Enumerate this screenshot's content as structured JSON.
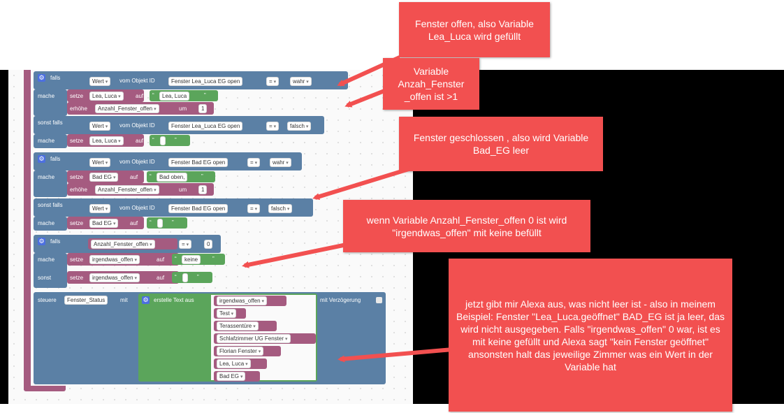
{
  "blocks": {
    "falls": "falls",
    "mache": "mache",
    "sonst_falls": "sonst falls",
    "sonst": "sonst",
    "setze": "setze",
    "auf": "auf",
    "erhoehe": "erhöhe",
    "um": "um",
    "wert": "Wert",
    "vom_objekt": "vom Objekt ID",
    "eq": "=",
    "wahr": "wahr",
    "falsch": "falsch",
    "obj_lea": "Fenster Lea_Luca EG open",
    "obj_bad": "Fenster Bad EG open",
    "var_lea": "Lea, Luca",
    "var_anzahl": "Anzahl_Fenster_offen",
    "var_bad": "Bad EG",
    "var_irgend": "irgendwas_offen",
    "str_lea": "Lea, Luca",
    "str_bad": "Bad oben,",
    "str_keine": "keine",
    "num_1": "1",
    "num_0": "0",
    "quote_open": "“",
    "quote_close": "”",
    "steuere": "steuere",
    "state": "Fenster_Status",
    "mit": "mit",
    "erstelle": "erstelle Text aus",
    "mit_verz": "mit Verzögerung",
    "list": [
      "irgendwas_offen",
      "Test",
      "Terassentüre",
      "Schlafzimmer UG Fenster",
      "Florian Fenster",
      "Lea, Luca",
      "Bad EG"
    ]
  },
  "callouts": {
    "c1": "Fenster offen, also Variable Lea_Luca wird gefüllt",
    "c2": "Variable Anzah_Fenster _offen ist >1",
    "c3": "Fenster geschlossen , also wird Variable Bad_EG leer",
    "c4": "wenn Variable Anzahl_Fenster_offen 0 ist wird \"irgendwas_offen\" mit keine befüllt",
    "c5": "jetzt gibt mir Alexa aus, was nicht leer ist - also in meinem Beispiel: Fenster \"Lea_Luca.geöffnet\" BAD_EG ist ja leer, das wird nicht ausgegeben. Falls \"irgendwas_offen\" 0 war, ist es mit keine gefüllt und Alexa sagt \"kein Fenster geöffnet\" ansonsten halt das jeweilige Zimmer was ein Wert in der Variable hat"
  },
  "colors": {
    "callout": "#f25050",
    "logic": "#5b80a5",
    "variables": "#a55b80",
    "text": "#5ba55b",
    "workspace_bg": "#fafafa",
    "gear": "#4c6fe0"
  },
  "icons": [
    "gear-icon",
    "dropdown-arrow-icon",
    "checkbox-icon"
  ]
}
